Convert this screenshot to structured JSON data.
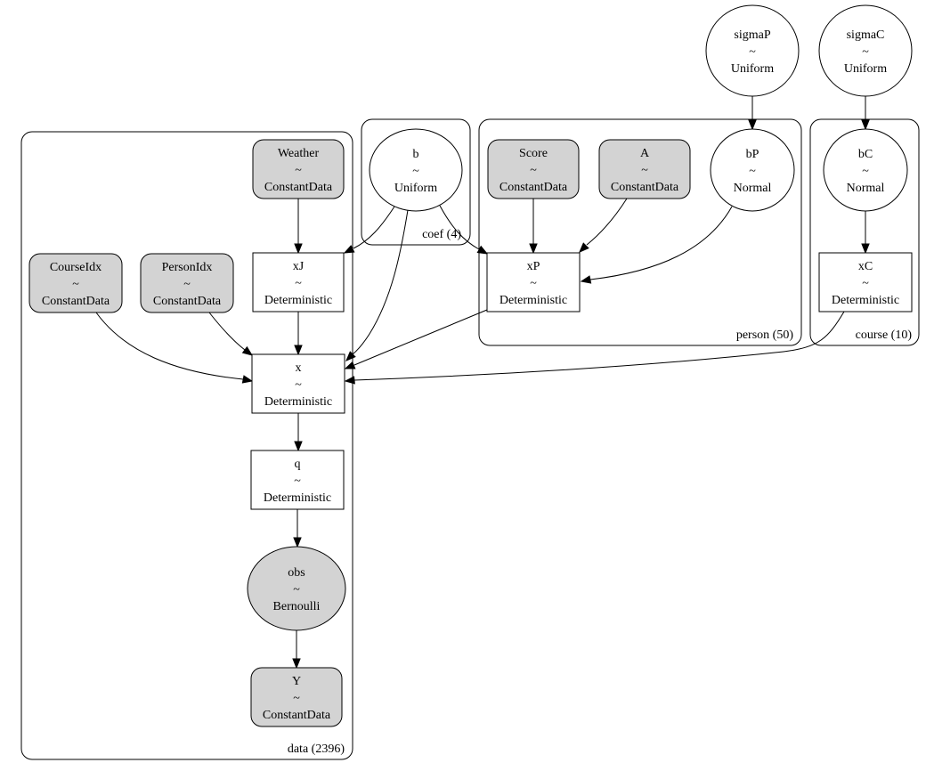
{
  "plates": [
    {
      "id": "data",
      "label": "data (2396)"
    },
    {
      "id": "coef",
      "label": "coef (4)"
    },
    {
      "id": "person",
      "label": "person (50)"
    },
    {
      "id": "course",
      "label": "course (10)"
    }
  ],
  "nodes": [
    {
      "id": "sigmaP",
      "name": "sigmaP",
      "tilde": "~",
      "dist": "Uniform",
      "kind": "random",
      "observed": false
    },
    {
      "id": "sigmaC",
      "name": "sigmaC",
      "tilde": "~",
      "dist": "Uniform",
      "kind": "random",
      "observed": false
    },
    {
      "id": "b",
      "name": "b",
      "tilde": "~",
      "dist": "Uniform",
      "kind": "random",
      "observed": false
    },
    {
      "id": "bP",
      "name": "bP",
      "tilde": "~",
      "dist": "Normal",
      "kind": "random",
      "observed": false
    },
    {
      "id": "bC",
      "name": "bC",
      "tilde": "~",
      "dist": "Normal",
      "kind": "random",
      "observed": false
    },
    {
      "id": "Weather",
      "name": "Weather",
      "tilde": "~",
      "dist": "ConstantData",
      "kind": "data",
      "observed": true
    },
    {
      "id": "Score",
      "name": "Score",
      "tilde": "~",
      "dist": "ConstantData",
      "kind": "data",
      "observed": true
    },
    {
      "id": "A",
      "name": "A",
      "tilde": "~",
      "dist": "ConstantData",
      "kind": "data",
      "observed": true
    },
    {
      "id": "CourseIdx",
      "name": "CourseIdx",
      "tilde": "~",
      "dist": "ConstantData",
      "kind": "data",
      "observed": true
    },
    {
      "id": "PersonIdx",
      "name": "PersonIdx",
      "tilde": "~",
      "dist": "ConstantData",
      "kind": "data",
      "observed": true
    },
    {
      "id": "xJ",
      "name": "xJ",
      "tilde": "~",
      "dist": "Deterministic",
      "kind": "deterministic",
      "observed": false
    },
    {
      "id": "xP",
      "name": "xP",
      "tilde": "~",
      "dist": "Deterministic",
      "kind": "deterministic",
      "observed": false
    },
    {
      "id": "xC",
      "name": "xC",
      "tilde": "~",
      "dist": "Deterministic",
      "kind": "deterministic",
      "observed": false
    },
    {
      "id": "x",
      "name": "x",
      "tilde": "~",
      "dist": "Deterministic",
      "kind": "deterministic",
      "observed": false
    },
    {
      "id": "q",
      "name": "q",
      "tilde": "~",
      "dist": "Deterministic",
      "kind": "deterministic",
      "observed": false
    },
    {
      "id": "obs",
      "name": "obs",
      "tilde": "~",
      "dist": "Bernoulli",
      "kind": "random",
      "observed": true
    },
    {
      "id": "Y",
      "name": "Y",
      "tilde": "~",
      "dist": "ConstantData",
      "kind": "data",
      "observed": true
    }
  ],
  "edges": [
    {
      "from": "sigmaP",
      "to": "bP"
    },
    {
      "from": "sigmaC",
      "to": "bC"
    },
    {
      "from": "Weather",
      "to": "xJ"
    },
    {
      "from": "b",
      "to": "xJ"
    },
    {
      "from": "b",
      "to": "x"
    },
    {
      "from": "b",
      "to": "xP"
    },
    {
      "from": "Score",
      "to": "xP"
    },
    {
      "from": "A",
      "to": "xP"
    },
    {
      "from": "bP",
      "to": "xP"
    },
    {
      "from": "bC",
      "to": "xC"
    },
    {
      "from": "CourseIdx",
      "to": "x"
    },
    {
      "from": "PersonIdx",
      "to": "x"
    },
    {
      "from": "xJ",
      "to": "x"
    },
    {
      "from": "xP",
      "to": "x"
    },
    {
      "from": "xC",
      "to": "x"
    },
    {
      "from": "x",
      "to": "q"
    },
    {
      "from": "q",
      "to": "obs"
    },
    {
      "from": "obs",
      "to": "Y"
    }
  ],
  "colors": {
    "observed_fill": "#d3d3d3",
    "latent_fill": "#ffffff",
    "stroke": "#000000"
  }
}
